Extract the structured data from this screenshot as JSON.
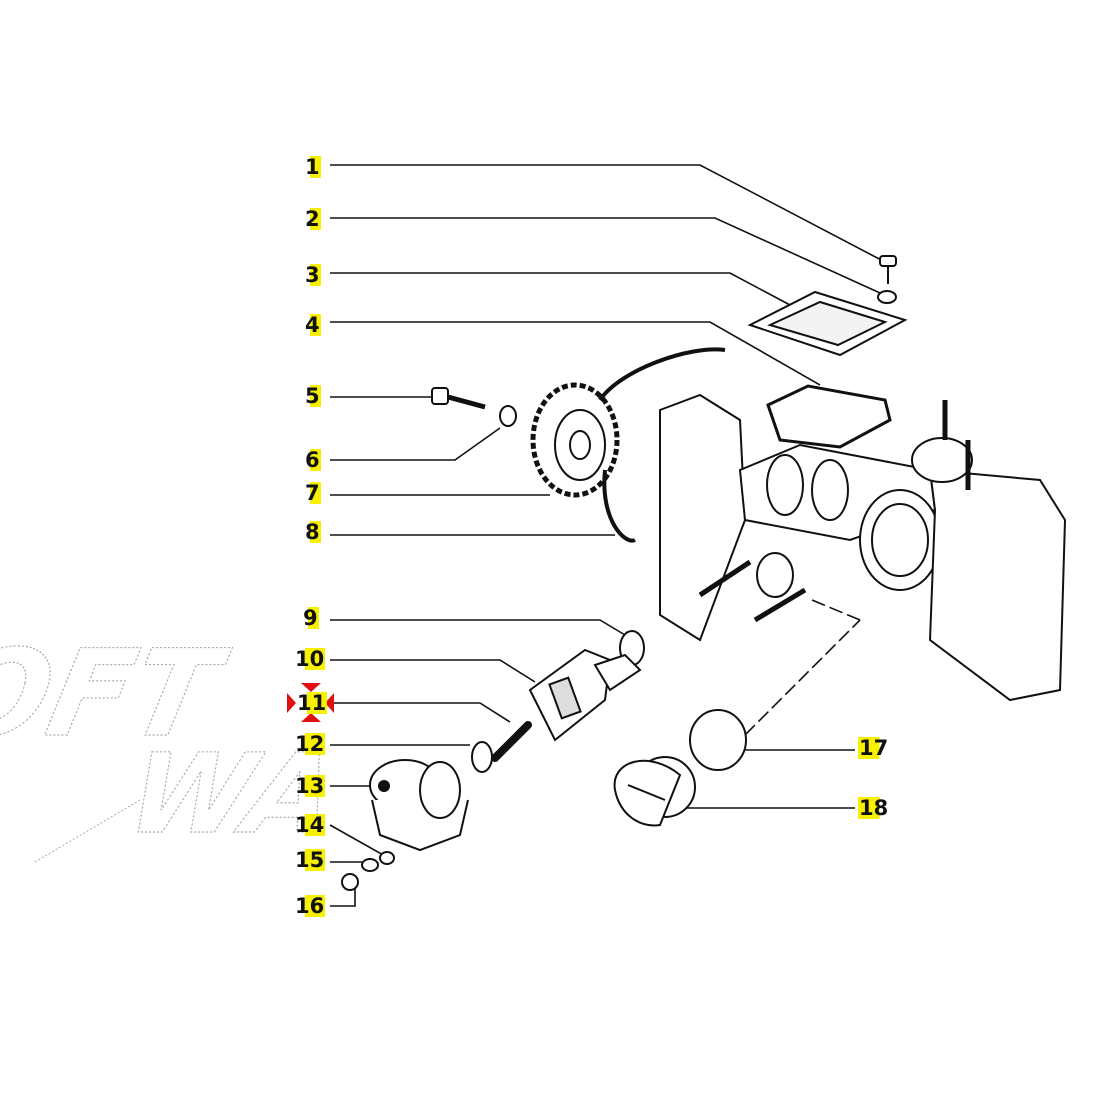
{
  "watermark": "SOFTWAY",
  "watermark_lines": [
    "SOFT",
    "WAY"
  ],
  "selected_callout": "11",
  "colors": {
    "highlight": "#f7f000",
    "marker": "#e01010",
    "line": "#111111"
  },
  "callouts": [
    "1",
    "2",
    "3",
    "4",
    "5",
    "6",
    "7",
    "8",
    "9",
    "10",
    "11",
    "12",
    "13",
    "14",
    "15",
    "16",
    "17",
    "18"
  ]
}
